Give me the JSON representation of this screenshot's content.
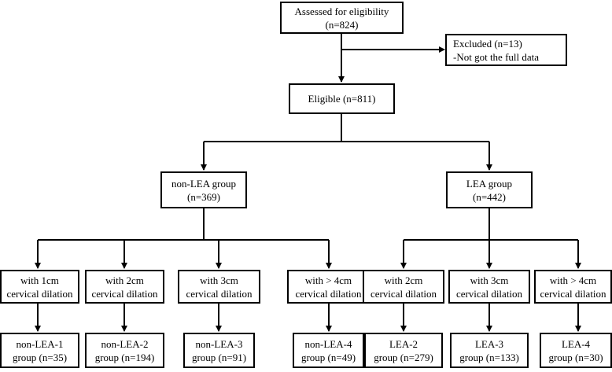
{
  "flowchart": {
    "assessed": {
      "line1": "Assessed for eligibility",
      "line2": "(n=824)"
    },
    "excluded": {
      "line1": "Excluded (n=13)",
      "line2": "-Not got the full data"
    },
    "eligible": {
      "line1": "Eligible (n=811)"
    },
    "non_lea_group": {
      "line1": "non-LEA group",
      "line2": "(n=369)"
    },
    "lea_group": {
      "line1": "LEA group",
      "line2": "(n=442)"
    },
    "dilation": [
      {
        "line1": "with 1cm",
        "line2": "cervical dilation"
      },
      {
        "line1": "with 2cm",
        "line2": "cervical dilation"
      },
      {
        "line1": "with 3cm",
        "line2": "cervical dilation"
      },
      {
        "line1": "with > 4cm",
        "line2": "cervical dilation"
      },
      {
        "line1": "with 2cm",
        "line2": "cervical dilation"
      },
      {
        "line1": "with 3cm",
        "line2": "cervical dilation"
      },
      {
        "line1": "with > 4cm",
        "line2": "cervical dilation"
      }
    ],
    "outcomes": [
      {
        "line1": "non-LEA-1",
        "line2": "group (n=35)"
      },
      {
        "line1": "non-LEA-2",
        "line2": "group (n=194)"
      },
      {
        "line1": "non-LEA-3",
        "line2": "group (n=91)"
      },
      {
        "line1": "non-LEA-4",
        "line2": "group (n=49)"
      },
      {
        "line1": "LEA-2",
        "line2": "group (n=279)"
      },
      {
        "line1": "LEA-3",
        "line2": "group (n=133)"
      },
      {
        "line1": "LEA-4",
        "line2": "group (n=30)"
      }
    ]
  }
}
